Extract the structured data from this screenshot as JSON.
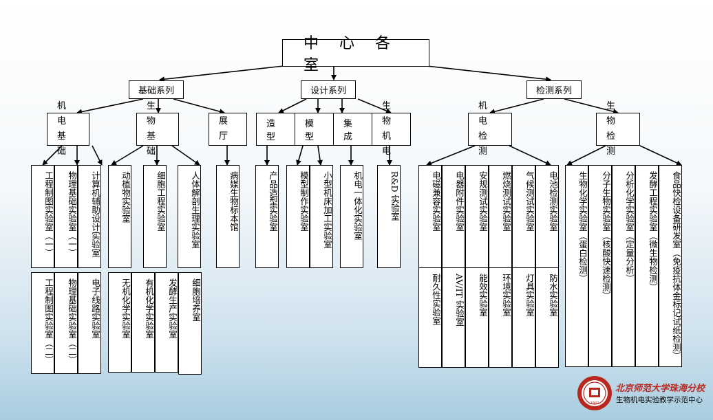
{
  "root": "中心各室",
  "categories": [
    {
      "label": "基础系列",
      "groups": [
        {
          "label": "机电基础",
          "lines": [
            "机 电",
            "基 础"
          ],
          "rooms_row1": [
            "工程制图实验室（一）",
            "物理基础实验室（一）",
            "计算机辅助设计实验室"
          ],
          "rooms_row2": [
            "工程制图实验室（二）",
            "物理基础实验室（二）",
            "电子线路实验室"
          ]
        },
        {
          "label": "生物基础",
          "lines": [
            "生 物",
            "基 础"
          ],
          "rooms_row1": [
            "动植物实验室",
            "细胞工程实验室",
            "人体解剖生理实验室"
          ],
          "rooms_row2": [
            "无机化学实验室",
            "有机化学实验室",
            "发酵生产实验室",
            "细胞培养室"
          ]
        },
        {
          "label": "展厅",
          "lines": [
            "展 厅"
          ],
          "rooms_row1": [
            "病媒生物标本馆"
          ]
        }
      ]
    },
    {
      "label": "设计系列",
      "groups": [
        {
          "label": "造型",
          "rooms_row1": [
            "产品造型实验室"
          ]
        },
        {
          "label": "模型",
          "rooms_row1": [
            "模型制作实验室",
            "小型机床加工实验室"
          ]
        },
        {
          "label": "集成",
          "rooms_row1": [
            "机电一体化实验室"
          ]
        },
        {
          "label": "生物机电",
          "lines": [
            "生 物",
            "机 电"
          ],
          "rooms_row1": [
            "R&D 实验室"
          ]
        }
      ]
    },
    {
      "label": "检测系列",
      "groups": [
        {
          "label": "机电检测",
          "lines": [
            "机 电",
            "检 测"
          ],
          "rooms_row1": [
            "电磁兼容实验室",
            "电器附件实验室",
            "安规测试实验室",
            "燃烧测试实验室",
            "气候测试实验室",
            "电池检测实验室"
          ],
          "rooms_row2": [
            "耐久性实验室",
            "AV/IT 实验室",
            "能效实验室",
            "环境实验室",
            "灯具实验室",
            "防水实验室"
          ]
        },
        {
          "label": "生物检测",
          "lines": [
            "生 物",
            "检 测"
          ],
          "rooms_row1": [
            "生物化学实验室（蛋白检测）",
            "分子生物实验室（核酸快速检测）",
            "分析化学实验室（定量分析）",
            "发酵工程实验室（微生物检测）",
            "食品快检设备研发室（免疫抗体金标记试纸检测）"
          ]
        }
      ]
    }
  ],
  "logo": {
    "university": "北京师范大学珠海分校",
    "center": "生物机电实验教学示范中心",
    "seal_year": "1902"
  },
  "colors": {
    "background_top": "#ffffff",
    "background_bottom": "#a9cde0",
    "logo_red": "#b8281f"
  }
}
